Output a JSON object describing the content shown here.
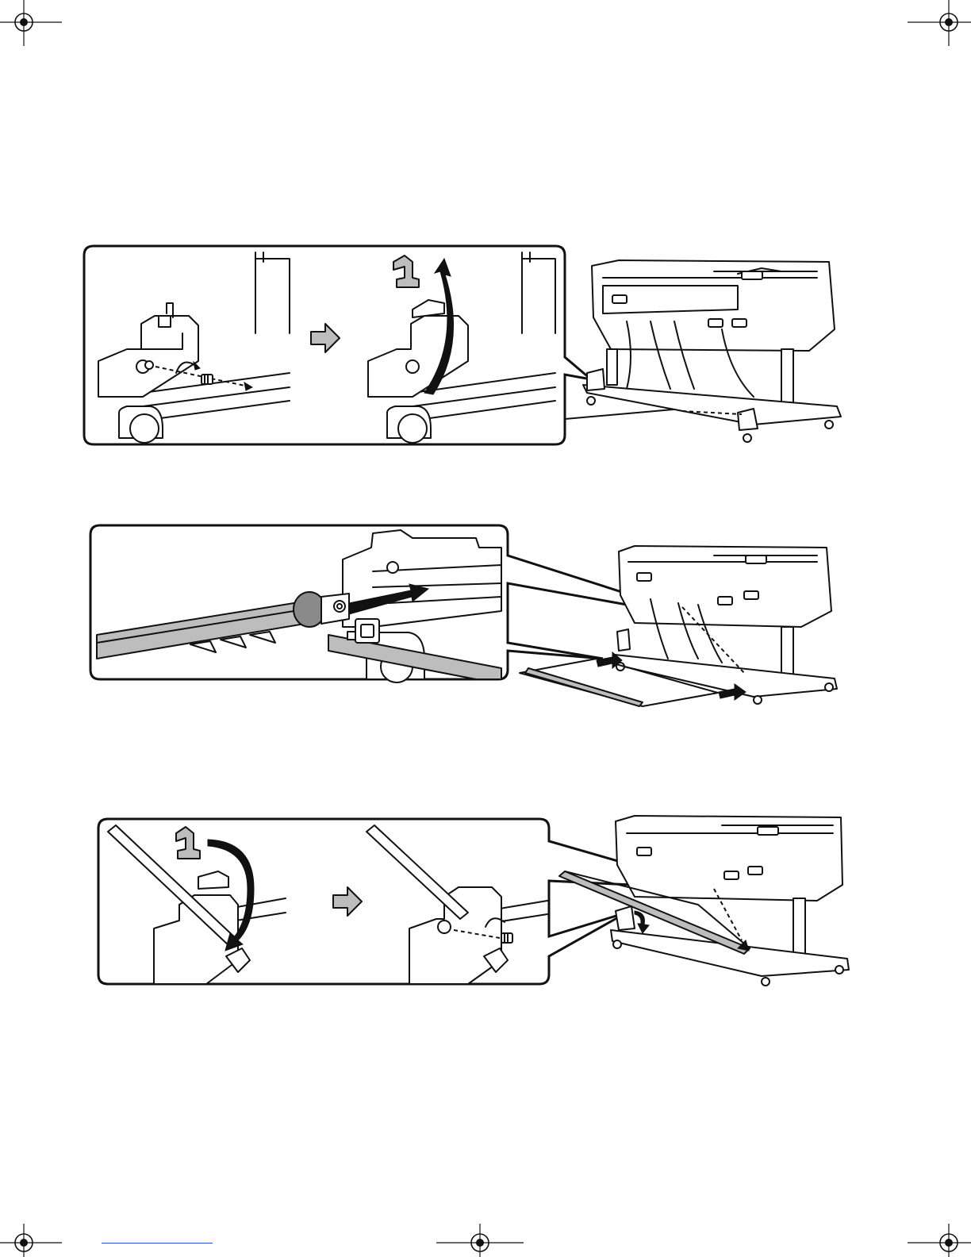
{
  "page": {
    "background": "#ffffff",
    "line_color": "#111111",
    "accent_gray": "#bdbdbd"
  },
  "figures": [
    {
      "name": "figure-1",
      "panels": [
        "remove-screw",
        "rotate-holder-up"
      ],
      "overview": "printer-stand-overview"
    },
    {
      "name": "figure-2",
      "panels": [
        "insert-roll-core"
      ],
      "overview": "printer-stand-overview"
    },
    {
      "name": "figure-3",
      "panels": [
        "rotate-holder-down",
        "tighten-screw"
      ],
      "overview": "printer-stand-overview"
    }
  ],
  "marks": {
    "registration_icon": "crosshair-registration-icon",
    "step_arrow_icon": "gray-right-arrow-icon"
  }
}
